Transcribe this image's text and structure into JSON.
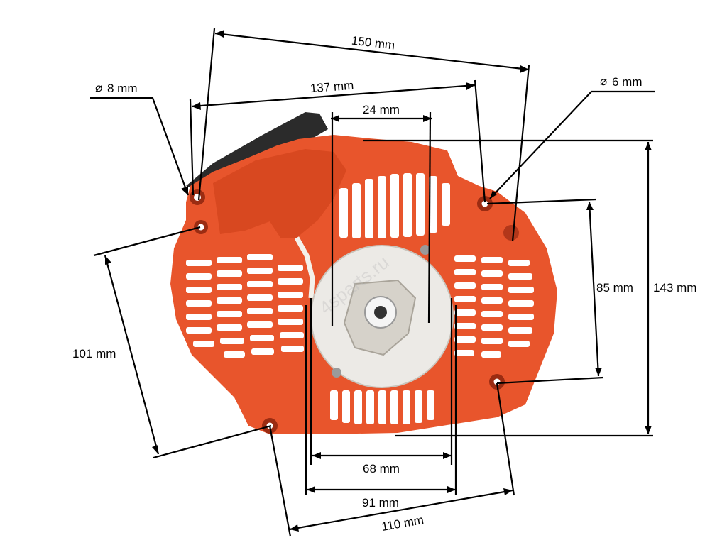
{
  "dimensions": {
    "overall_width": "150 mm",
    "mount_width": "137 mm",
    "pulley_width": "24 mm",
    "hole_large": "8 mm",
    "hole_small": "6 mm",
    "overall_height": "143 mm",
    "right_mount_spacing": "85 mm",
    "left_mount_spacing": "101 mm",
    "inner_width": "68 mm",
    "outer_width": "91 mm",
    "bottom_mount_spacing": "110 mm",
    "diameter_symbol": "⌀"
  },
  "colors": {
    "housing": "#e8552c",
    "pulley": "#eceae6",
    "handle": "#2b2b2b",
    "lines": "#000000"
  },
  "icons": [
    "diameter-symbol"
  ]
}
